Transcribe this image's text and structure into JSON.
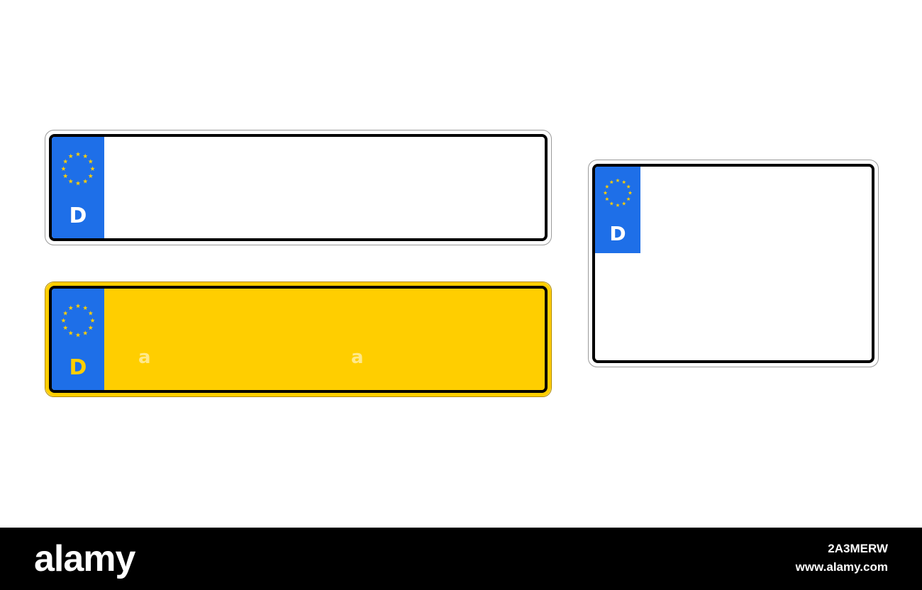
{
  "plates": {
    "white_long": {
      "country_code": "D",
      "color": "#ffffff"
    },
    "yellow_long": {
      "country_code": "D",
      "color": "#ffce00",
      "watermark_letters": [
        "a",
        "a"
      ]
    },
    "white_square": {
      "country_code": "D",
      "color": "#ffffff"
    }
  },
  "eu_band_color": "#1e6fe8",
  "star_color": "#ffce00",
  "icons": [
    "eu-stars-icon"
  ],
  "footer": {
    "logo": "alamy",
    "image_id": "2A3MERW",
    "url": "www.alamy.com"
  }
}
